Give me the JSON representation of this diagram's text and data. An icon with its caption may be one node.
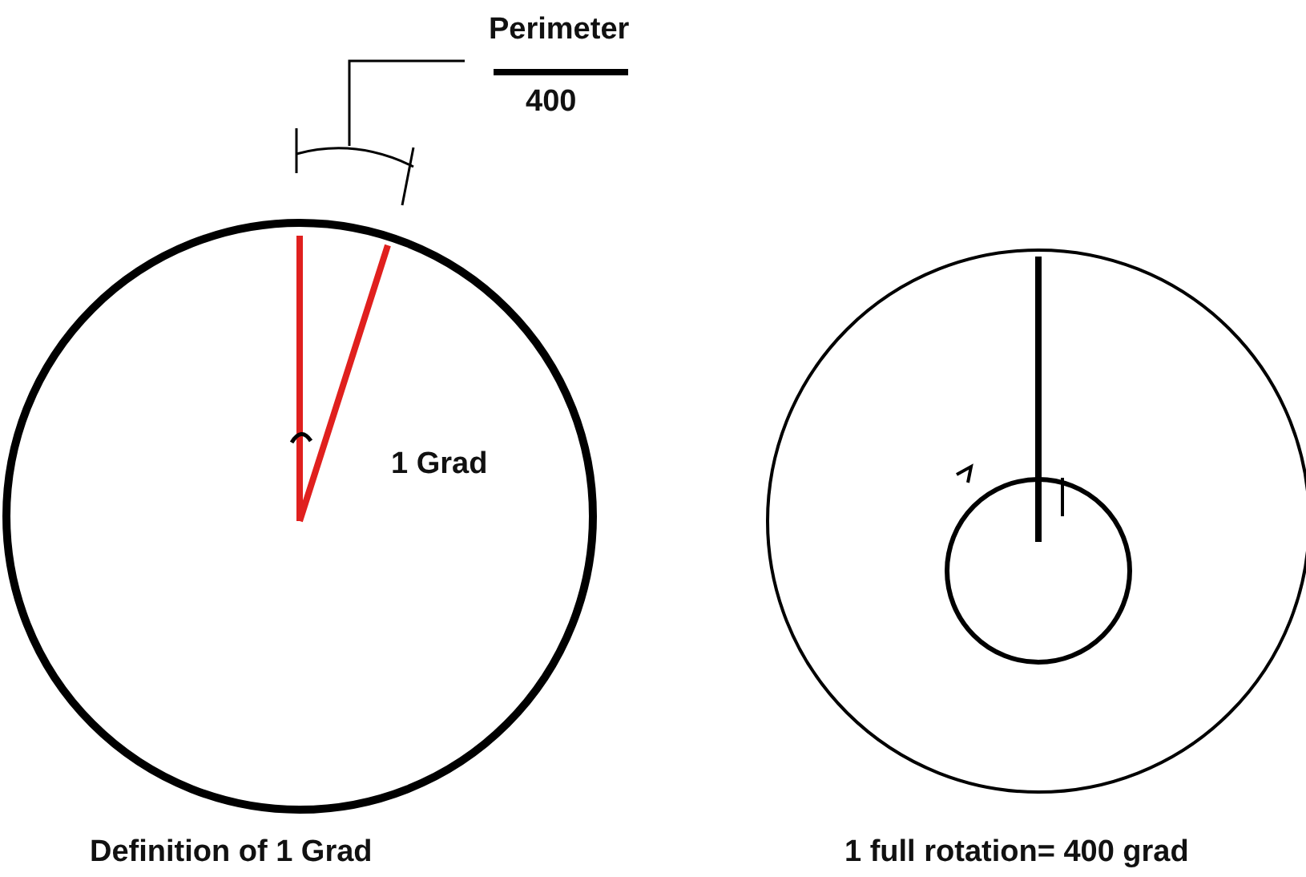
{
  "diagram": {
    "labels": [
      "Perimeter",
      "400",
      "1 Grad",
      "Definition of 1 Grad",
      "1 full rotation= 400 grad"
    ]
  }
}
